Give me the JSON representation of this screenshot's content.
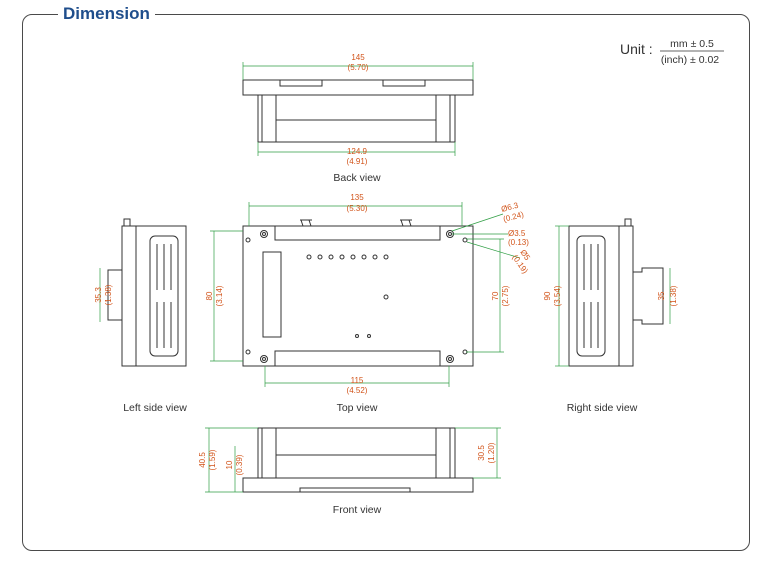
{
  "title": "Dimension",
  "unit": {
    "prefix": "Unit :",
    "metric": "mm ± 0.5",
    "imperial": "(inch) ± 0.02"
  },
  "views": {
    "back": "Back view",
    "top": "Top view",
    "left": "Left side view",
    "right": "Right side view",
    "front": "Front view"
  },
  "dimensions": {
    "back_width": {
      "mm": "145",
      "inch": "(5.70)"
    },
    "back_inner": {
      "mm": "124.9",
      "inch": "(4.91)"
    },
    "top_width": {
      "mm": "135",
      "inch": "(5.30)"
    },
    "top_height": {
      "mm": "80",
      "inch": "(3.14)"
    },
    "top_inner_h": {
      "mm": "70",
      "inch": "(2.75)"
    },
    "top_bottom": {
      "mm": "115",
      "inch": "(4.52)"
    },
    "hole_a": {
      "mm": "Ø6.3",
      "inch": "(0.24)"
    },
    "hole_b": {
      "mm": "Ø3.5",
      "inch": "(0.13)"
    },
    "hole_c": {
      "mm": "Ø5",
      "inch": "(0.19)"
    },
    "left_clip": {
      "mm": "35.3",
      "inch": "(1.38)"
    },
    "right_height": {
      "mm": "90",
      "inch": "(3.54)"
    },
    "right_clip": {
      "mm": "35",
      "inch": "(1.38)"
    },
    "front_height": {
      "mm": "40.5",
      "inch": "(1.59)"
    },
    "front_foot": {
      "mm": "10",
      "inch": "(0.39)"
    },
    "front_body": {
      "mm": "30.5",
      "inch": "(1.20)"
    }
  }
}
